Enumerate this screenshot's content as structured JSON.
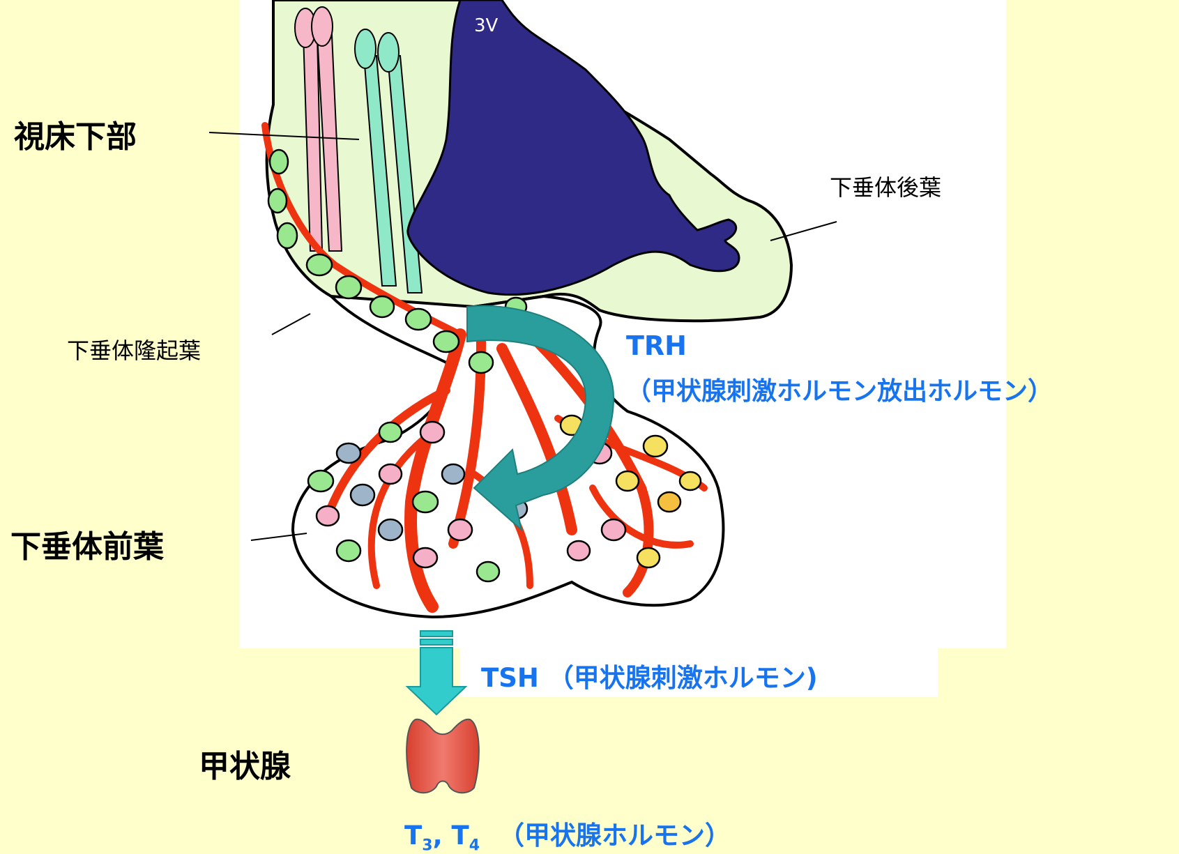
{
  "labels": {
    "hypothalamus": "視床下部",
    "third_ventricle": "3V",
    "posterior_pituitary": "下垂体後葉",
    "pars_tuberalis": "下垂体隆起葉",
    "anterior_pituitary": "下垂体前葉",
    "thyroid": "甲状腺"
  },
  "hormones": {
    "trh_abbrev": "TRH",
    "trh_name": "（甲状腺刺激ホルモン放出ホルモン）",
    "tsh_abbrev": "TSH",
    "tsh_name": "（甲状腺刺激ホルモン)",
    "t3_letter": "T",
    "t3_sub": "3",
    "separator": ", ",
    "t4_letter": "T",
    "t4_sub": "4",
    "thyroid_hormone_name": "（甲状腺ホルモン）"
  },
  "colors": {
    "background": "#FFFFCC",
    "panel": "#FFFFFF",
    "tissue": "#E8F8D0",
    "ventricle": "#2E2A85",
    "vessel": "#EE3311",
    "arrow_trh": "#2A9E9C",
    "arrow_tsh": "#33CCCC",
    "accent_text": "#1874EE",
    "thyroid": "#E0584C"
  }
}
